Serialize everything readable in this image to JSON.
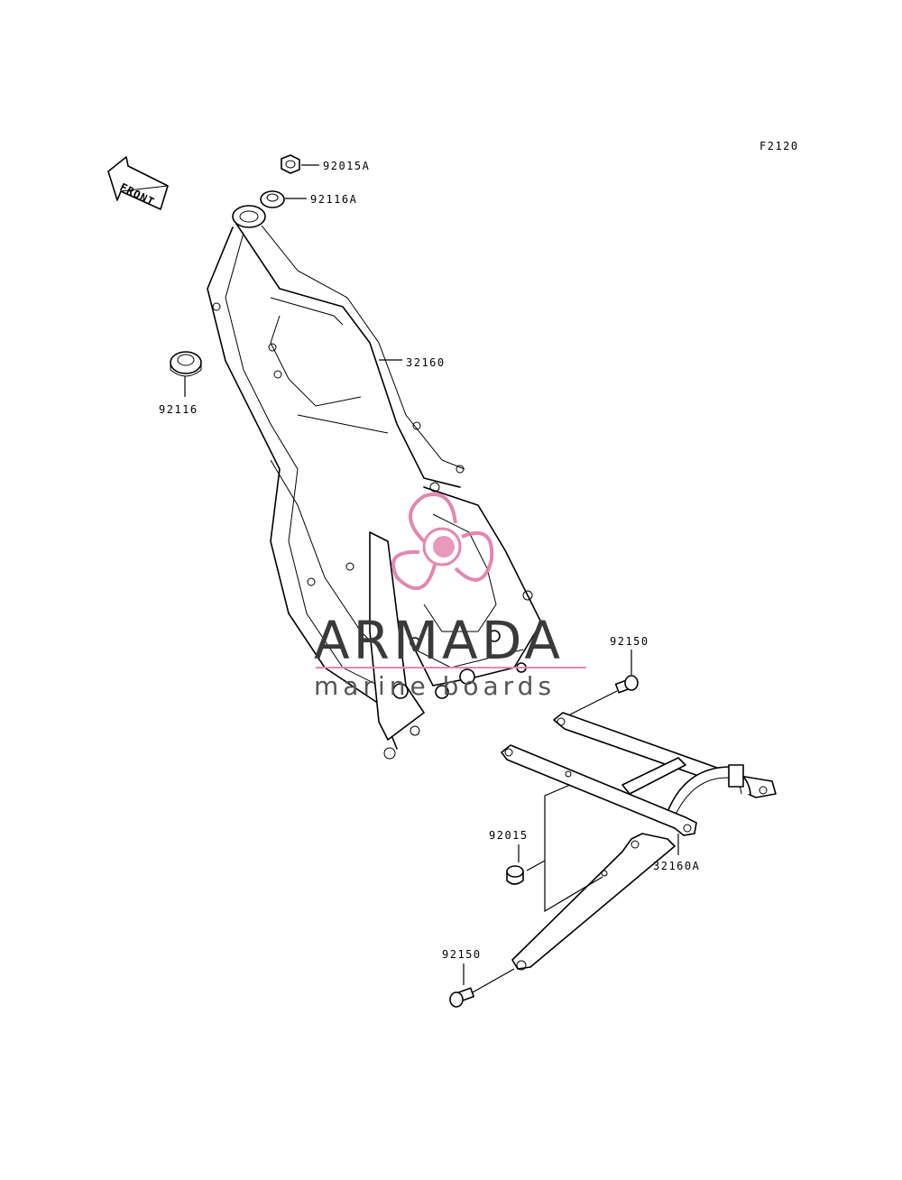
{
  "figure_code": "F2120",
  "front_label": "FRONT",
  "callouts": [
    {
      "id": "nut-top",
      "part": "92015A"
    },
    {
      "id": "bearing-top",
      "part": "92116A"
    },
    {
      "id": "frame",
      "part": "32160"
    },
    {
      "id": "bearing-left",
      "part": "92116"
    },
    {
      "id": "bolt-right",
      "part": "92150"
    },
    {
      "id": "collar",
      "part": "92015"
    },
    {
      "id": "subframe",
      "part": "32160A"
    },
    {
      "id": "bolt-bottom",
      "part": "92150"
    }
  ],
  "watermark": {
    "brand": "ARMADA",
    "tagline": "marine boards",
    "colors": {
      "logo": "#e07aa8",
      "text": "#3a3a3a",
      "rule": "#e58ab3"
    }
  }
}
